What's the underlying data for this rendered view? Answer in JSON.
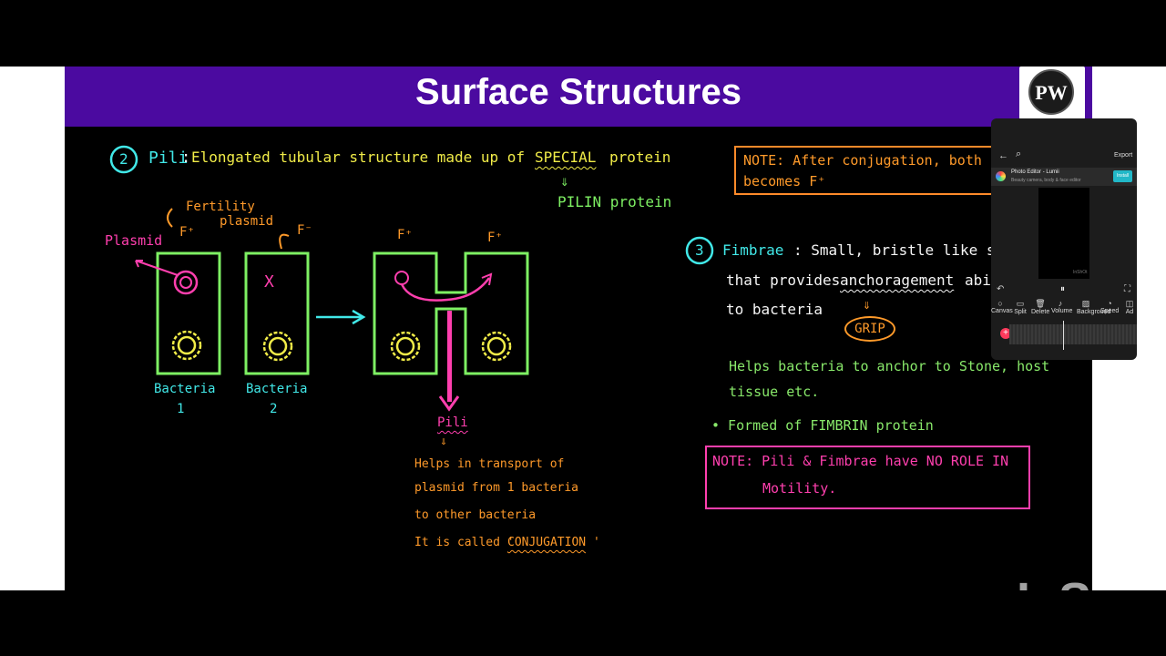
{
  "slide": {
    "title": "Surface Structures",
    "logo_text": "PW",
    "pili": {
      "number": "2",
      "heading": "Pili",
      "definition_colon": ":",
      "definition": "Elongated tubular structure made up of",
      "special": "SPECIAL",
      "protein": "protein",
      "arrow": "⇓",
      "pilin": "PILIN protein"
    },
    "diagram": {
      "plasmid_label": "Plasmid",
      "fertility_line1": "Fertility",
      "fertility_line2": "plasmid",
      "f_plus_1": "F⁺",
      "f_minus": "F⁻",
      "f_plus_left": "F⁺",
      "f_plus_right": "F⁺",
      "x_mark": "X",
      "bacteria1_line1": "Bacteria",
      "bacteria1_line2": "1",
      "bacteria2_line1": "Bacteria",
      "bacteria2_line2": "2",
      "pili_label": "Pili",
      "pili_arrow": "⇓",
      "transport_line1": "Helps in transport of",
      "transport_line2": "plasmid from 1 bacteria",
      "transport_line3": "to other bacteria",
      "called_prefix": "It is called '",
      "called_term": "CONJUGATION",
      "called_suffix": "'"
    },
    "note1": {
      "line1": "NOTE: After conjugation, both ba",
      "line2": "becomes F⁺"
    },
    "fimbriae": {
      "number": "3",
      "heading": "Fimbrae",
      "line1": ": Small, bristle like str",
      "line2_prefix": "that provides",
      "line2_term": "anchoragement",
      "line2_suffix": "abi",
      "line3": "to bacteria",
      "arrow": "⇓",
      "grip": "GRIP",
      "helps_line1": "Helps bacteria to anchor to Stone, host",
      "helps_line2": "tissue etc.",
      "formed": "• Formed of FIMBRIN protein"
    },
    "note2": {
      "line1": "NOTE: Pili & Fimbrae have NO ROLE IN",
      "line2": "Motility."
    },
    "watermark": "InShOt"
  },
  "editor": {
    "export_label": "Export",
    "file_title": "Photo Editor - Lumii",
    "file_sub": "Beauty camera, body & face editor",
    "install_label": "Install",
    "preview_text": "InShOt",
    "tools": [
      "Canvas",
      "Split",
      "Delete",
      "Volume",
      "Background",
      "Speed",
      "Ad"
    ],
    "icons": [
      "back-arrow-icon",
      "search-icon",
      "undo-icon",
      "pause-icon",
      "fullscreen-icon",
      "add-clip-icon"
    ]
  },
  "colors": {
    "title_band": "#4b0aa0",
    "cyan": "#41e8e8",
    "yellow": "#f1ec48",
    "green": "#7ef063",
    "pink": "#ff3fae",
    "orange": "#ff9a2a"
  }
}
